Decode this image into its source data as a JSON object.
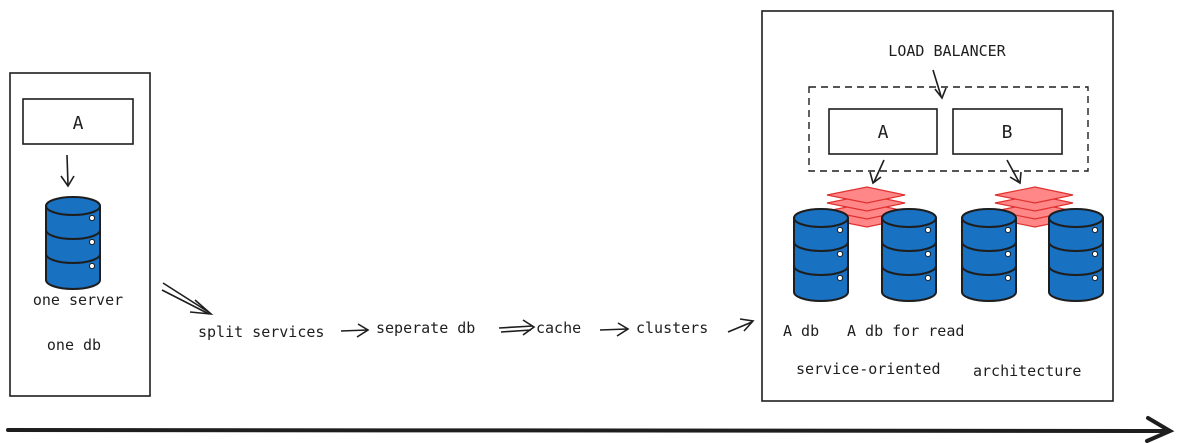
{
  "left_panel": {
    "service_label": "A",
    "caption_line1": "one server",
    "caption_line2": "one db"
  },
  "steps": {
    "split": "split services",
    "separate": "seperate db",
    "cache": "cache",
    "clusters": "clusters"
  },
  "right_panel": {
    "load_balancer": "LOAD BALANCER",
    "service_a": "A",
    "service_b": "B",
    "label_a_db": "A db",
    "label_a_db_read": "A db for read",
    "caption_left": "service-oriented",
    "caption_right": "architecture"
  },
  "colors": {
    "db_blue": "#1971c2",
    "db_dark": "#1e1e1e",
    "cache_red": "#ff8787",
    "cache_stroke": "#e03131"
  }
}
